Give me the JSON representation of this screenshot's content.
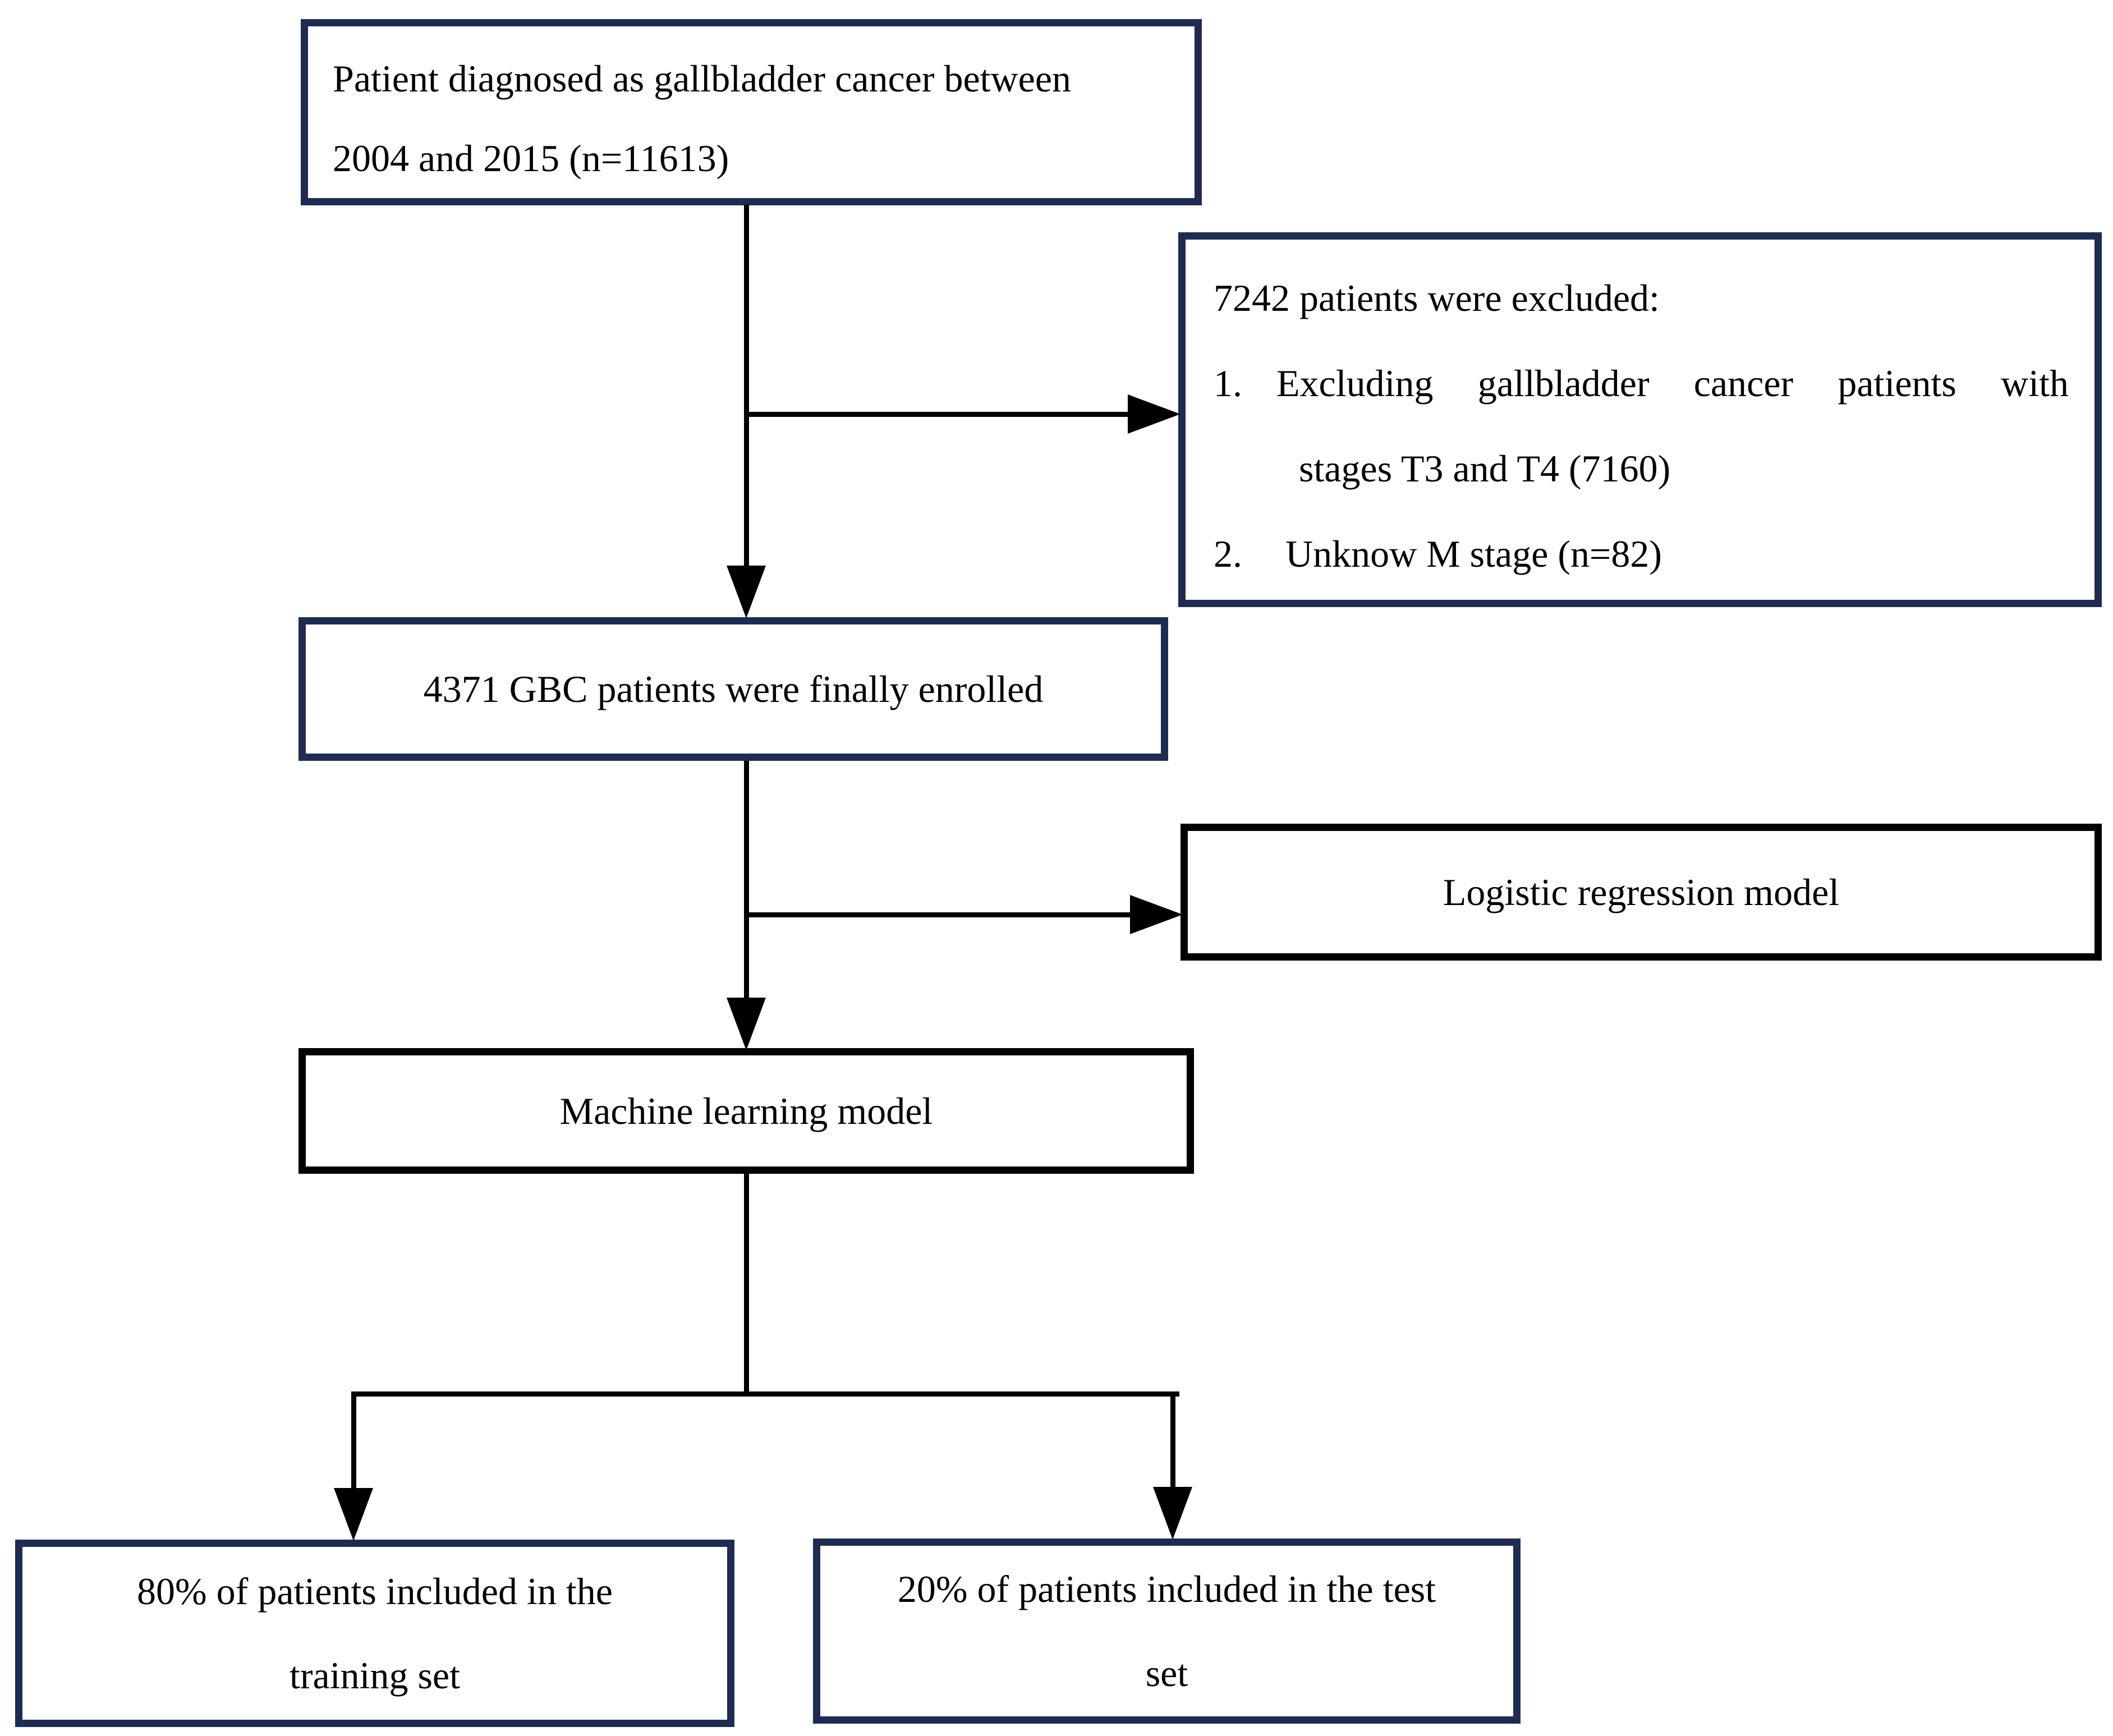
{
  "flowchart": {
    "colors": {
      "navy_border": "#1f2c52",
      "black": "#000000",
      "background": "#ffffff"
    },
    "boxes": {
      "diagnosed": {
        "line1": "Patient diagnosed as gallbladder cancer between",
        "line2": "2004 and 2015 (n=11613)"
      },
      "excluded": {
        "title": "7242 patients were excluded:",
        "item1_num": "1.",
        "item1_text": "Excluding gallbladder cancer patients with",
        "item1_cont": "stages T3 and T4 (7160)",
        "item2_num": "2.",
        "item2_text": "Unknow M stage (n=82)"
      },
      "enrolled": {
        "text": "4371 GBC patients were finally enrolled"
      },
      "logistic": {
        "text": "Logistic regression model"
      },
      "machine_learning": {
        "text": "Machine learning model"
      },
      "training": {
        "line1": "80% of patients included in the",
        "line2": "training set"
      },
      "test": {
        "line1": "20% of patients included in the test",
        "line2": "set"
      }
    }
  }
}
